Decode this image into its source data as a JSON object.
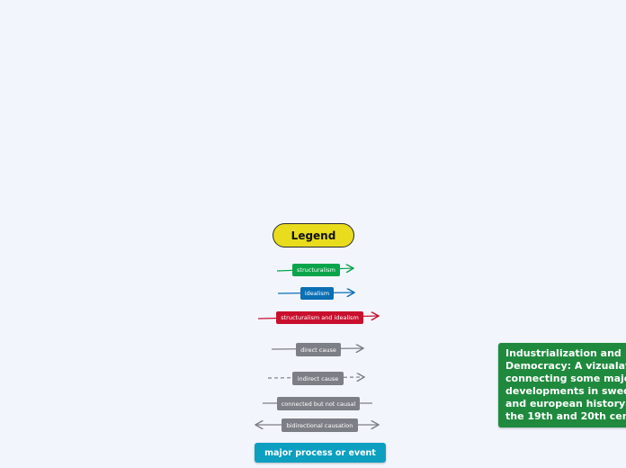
{
  "legend": {
    "title": "Legend",
    "items": {
      "structuralism": {
        "label": "structuralism",
        "color": "#0aa44a"
      },
      "idealism": {
        "label": "idealism",
        "color": "#0b6fb5"
      },
      "both": {
        "label": "structuralism and idealism",
        "color": "#c8102e"
      },
      "direct": {
        "label": "direct cause",
        "color": "#7d7f86"
      },
      "indirect": {
        "label": "indirect cause",
        "color": "#7d7f86"
      },
      "connected": {
        "label": "connected but not causal",
        "color": "#7d7f86"
      },
      "bidirectional": {
        "label": "bidirectional causation",
        "color": "#7d7f86"
      }
    }
  },
  "major": {
    "label": "major process or event",
    "color": "#0d9fc0"
  },
  "main_topic": {
    "lines": [
      "Industrialization and",
      "Democracy: A vizualat",
      "connecting some majo",
      "developments in swed",
      "and european history",
      "the 19th and 20th cen"
    ],
    "color": "#1f8a3e"
  }
}
